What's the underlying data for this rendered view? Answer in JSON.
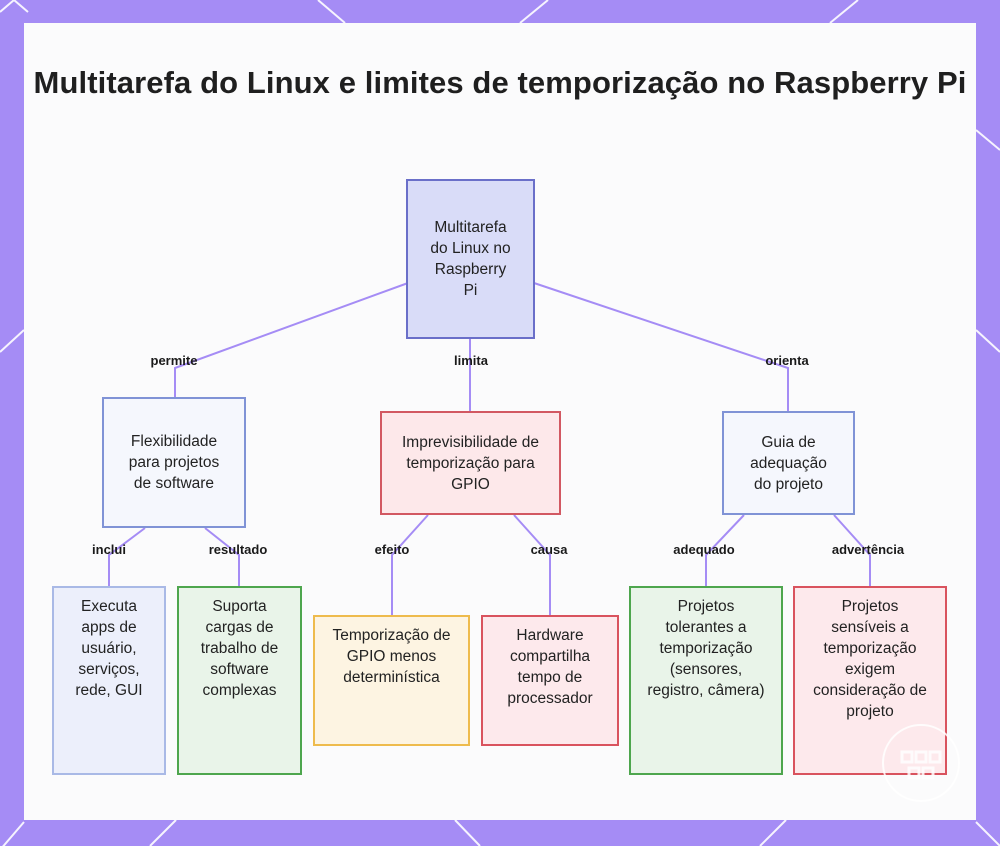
{
  "title": "Multitarefa do Linux e limites de temporização no Raspberry Pi",
  "nodes": {
    "root": "Multitarefa do Linux no Raspberry Pi",
    "flex": "Flexibilidade para projetos de software",
    "unpred": "Imprevisibilidade de temporização para GPIO",
    "guide": "Guia de adequação do projeto",
    "apps": "Executa apps de usuário, serviços, rede, GUI",
    "loads": "Suporta cargas de trabalho de software complexas",
    "gpio": "Temporização de GPIO menos determinística",
    "hw": "Hardware compartilha tempo de processador",
    "tolerant": "Projetos tolerantes a temporização (sensores, registro, câmera)",
    "sensitive": "Projetos sensíveis a temporização exigem consideração de projeto"
  },
  "edges": {
    "permite": "permite",
    "limita": "limita",
    "orienta": "orienta",
    "inclui": "inclui",
    "resultado": "resultado",
    "efeito": "efeito",
    "causa": "causa",
    "adequado": "adequado",
    "advertencia": "advertência"
  },
  "colors": {
    "frame": "#a58cf5",
    "edge": "#a58cf5",
    "root": "#d9dcf8",
    "red": "#fde8ea",
    "green": "#e9f4e9",
    "orange": "#fdf4e2"
  }
}
